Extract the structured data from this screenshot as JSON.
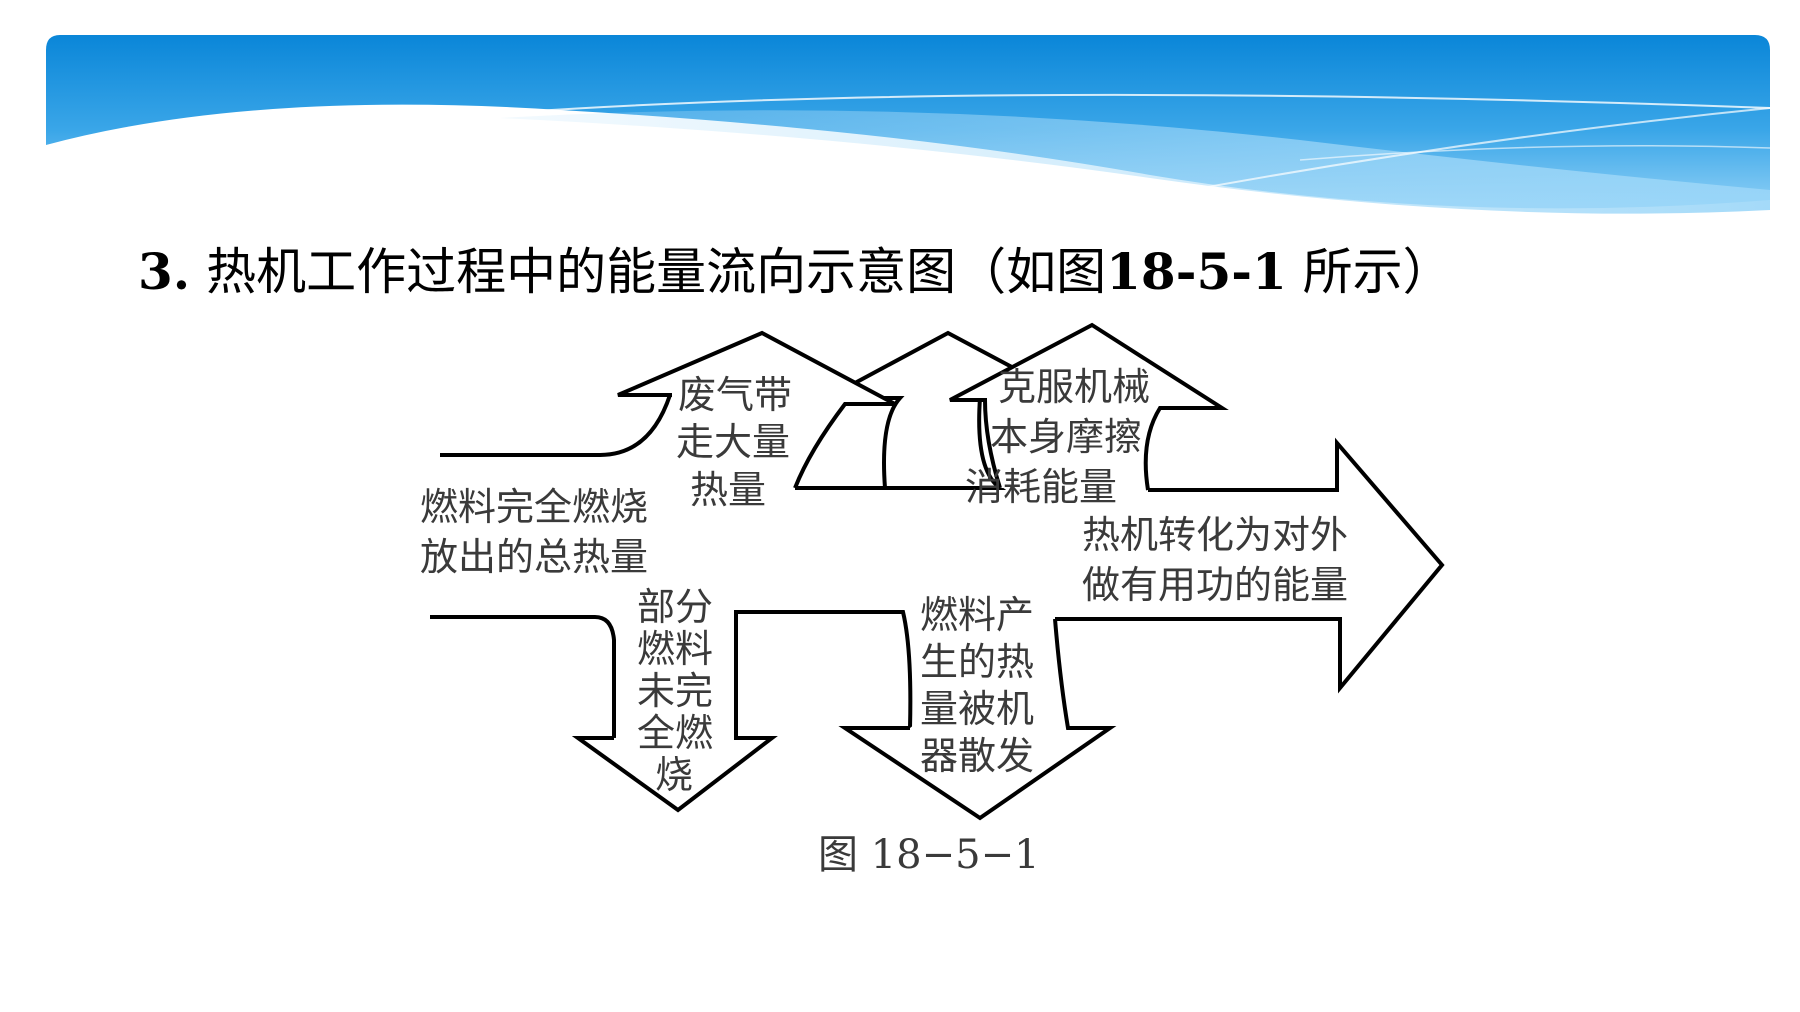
{
  "title": {
    "number": "3.",
    "text": "热机工作过程中的能量流向示意图（如图",
    "figure_ref": "18-5-1",
    "suffix": " 所示）"
  },
  "diagram": {
    "input": [
      "燃料完全燃烧",
      "放出的总热量"
    ],
    "exhaust": [
      "废气带",
      "走大量",
      "热量"
    ],
    "friction": [
      "克服机械",
      "本身摩擦",
      "消耗能量"
    ],
    "useful": [
      "热机转化为对外",
      "做有用功的能量"
    ],
    "incomplete": [
      "部分",
      "燃料",
      "未完",
      "全燃",
      "烧"
    ],
    "dissipated": [
      "燃料产",
      "生的热",
      "量被机",
      "器散发"
    ],
    "caption": "图 18−5−1"
  },
  "colors": {
    "banner_top": "#0d8fdd",
    "banner_light": "#7cc4f2",
    "line": "#000000",
    "text": "#3a3a3a"
  }
}
